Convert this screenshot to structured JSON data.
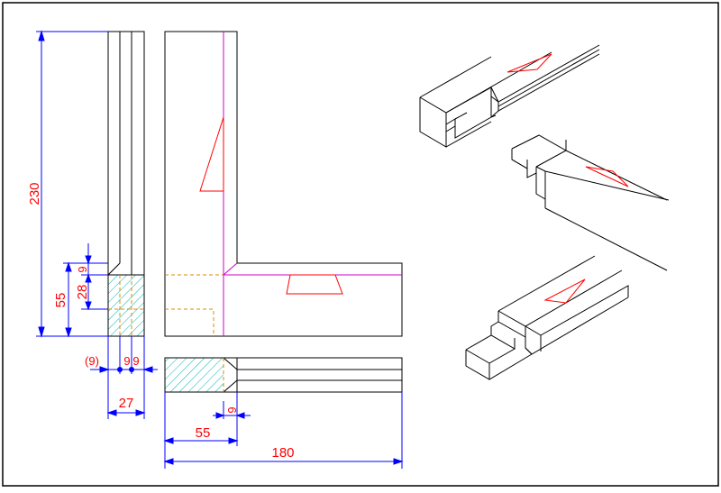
{
  "drawing": {
    "dimensions": {
      "height_total": "230",
      "joint_height": "55",
      "tenon_width": "28",
      "top_gap": "9",
      "offset_paren": "(9)",
      "side_a": "9",
      "side_b": "9",
      "thickness": "27",
      "plan_joint": "55",
      "plan_gap": "9",
      "plan_total": "180"
    },
    "colors": {
      "outline": "#000000",
      "dimension_line": "#0000ff",
      "dimension_text": "#ff0000",
      "hatch": "#00b4b4",
      "hidden": "#d98c00",
      "centerline": "#cc00cc",
      "marker": "#ff0000"
    }
  }
}
